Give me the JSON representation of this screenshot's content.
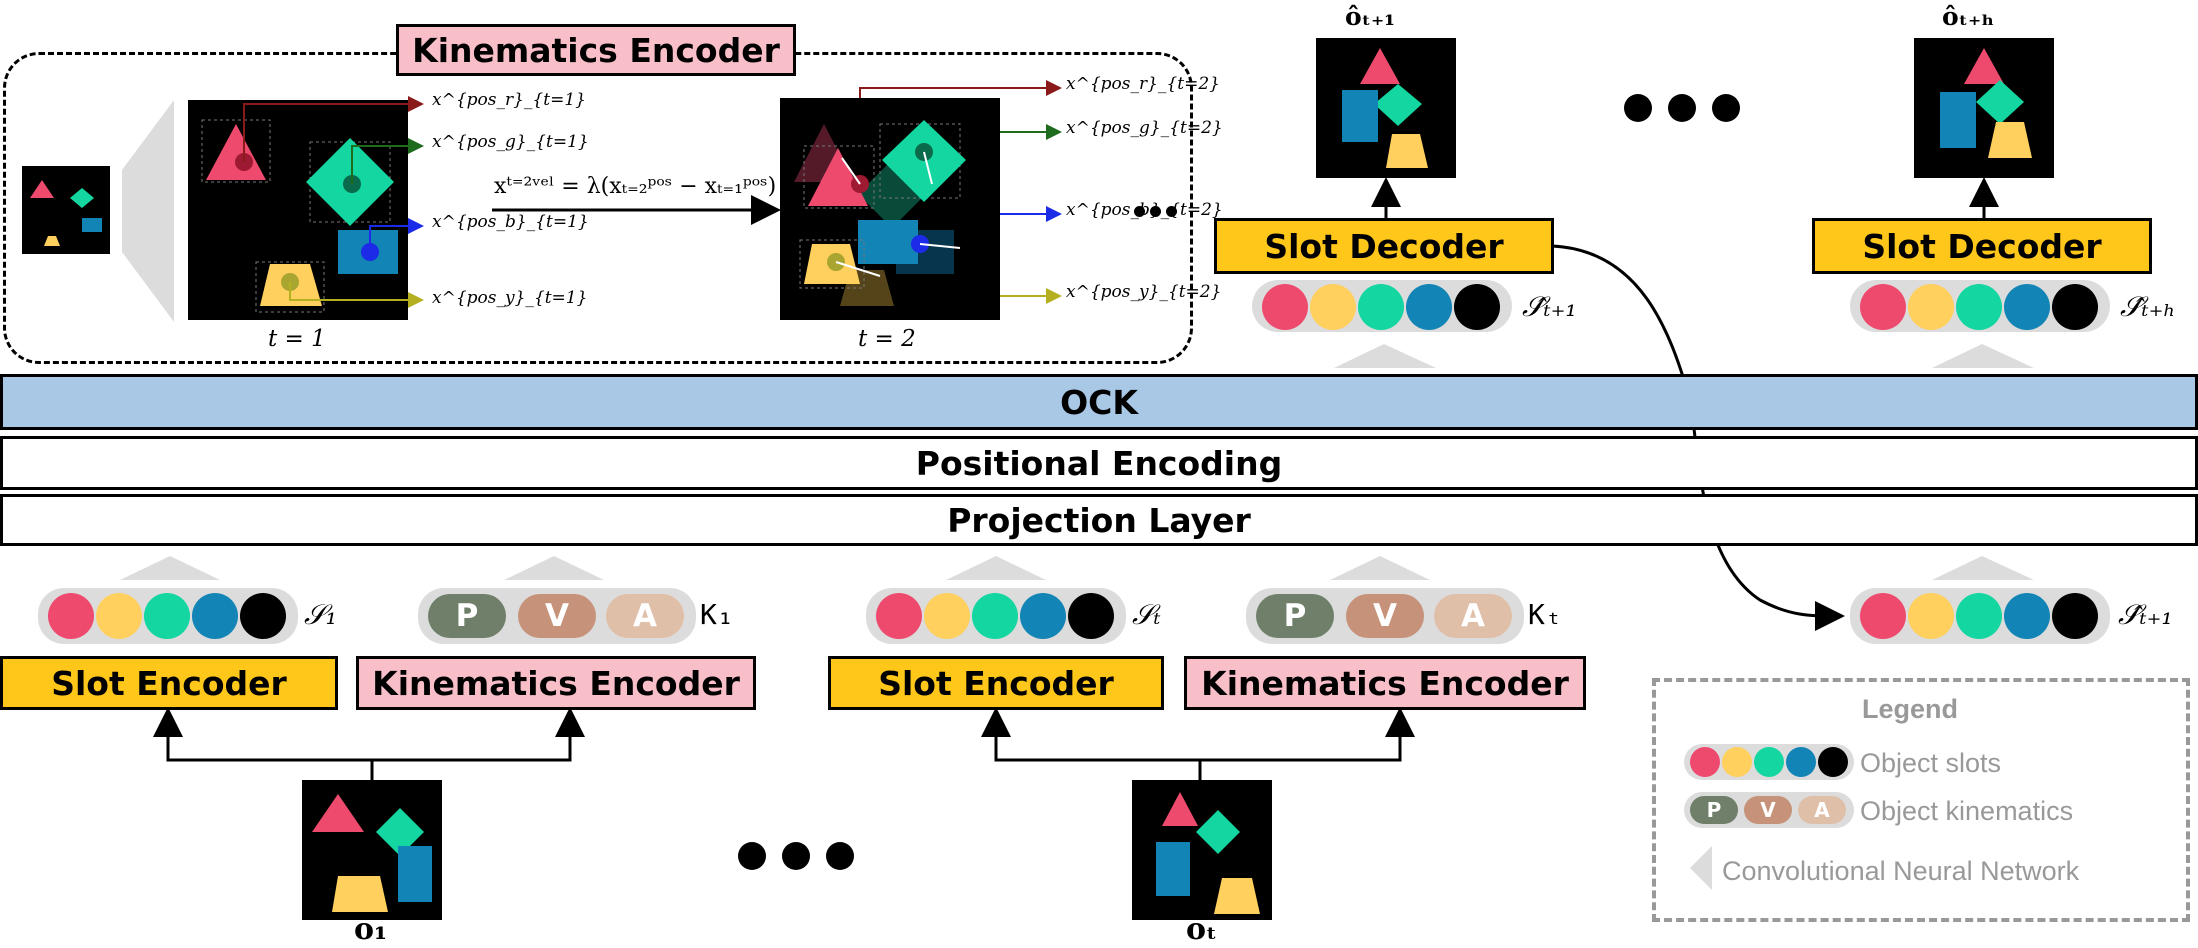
{
  "kinematics_panel": {
    "title": "Kinematics  Encoder",
    "label_t1": "t = 1",
    "label_t2": "t = 2",
    "velocity_eq": "xᵗ⁼²ᵛᵉˡ = λ(xₜ₌₂ᵖᵒˢ − xₜ₌₁ᵖᵒˢ)",
    "pos_t1": [
      "x^{pos_r}_{t=1}",
      "x^{pos_g}_{t=1}",
      "x^{pos_b}_{t=1}",
      "x^{pos_y}_{t=1}"
    ],
    "pos_t2": [
      "x^{pos_r}_{t=2}",
      "x^{pos_g}_{t=2}",
      "x^{pos_b}_{t=2}",
      "x^{pos_y}_{t=2}"
    ]
  },
  "layers": {
    "ock": "OCK",
    "positional": "Positional Encoding",
    "projection": "Projection Layer"
  },
  "encoders": {
    "slot": "Slot Encoder",
    "kinematics": "Kinematics  Encoder"
  },
  "decoder": "Slot Decoder",
  "kinematic_letters": [
    "P",
    "V",
    "A"
  ],
  "labels": {
    "o1": "o₁",
    "oT": "oₜ",
    "S1": "𝒮₁",
    "ST": "𝒮ₜ",
    "K1": "K₁",
    "KT": "Kₜ",
    "oT1_hat": "ôₜ₊₁",
    "oTH_hat": "ôₜ₊ₕ",
    "ST1_hat": "𝒮̂ₜ₊₁",
    "STH_hat": "𝒮̂ₜ₊ₕ",
    "ST1_hat_out": "𝒮̂ₜ₊₁"
  },
  "legend": {
    "title": "Legend",
    "slots": "Object slots",
    "kinematics": "Object kinematics",
    "cnn": "Convolutional Neural Network"
  },
  "colors": {
    "slot_red": "#EE4A6E",
    "slot_yellow": "#FFD05E",
    "slot_green": "#14D6A0",
    "slot_blue": "#1284B5",
    "slot_black": "#000000",
    "kin_p": "#6F7F69",
    "kin_v": "#C69279",
    "kin_a": "#E0BFA8",
    "encoder_yellow": "#FFC71A",
    "encoder_pink": "#F9BFC9",
    "ock_blue": "#A8C8E6"
  }
}
